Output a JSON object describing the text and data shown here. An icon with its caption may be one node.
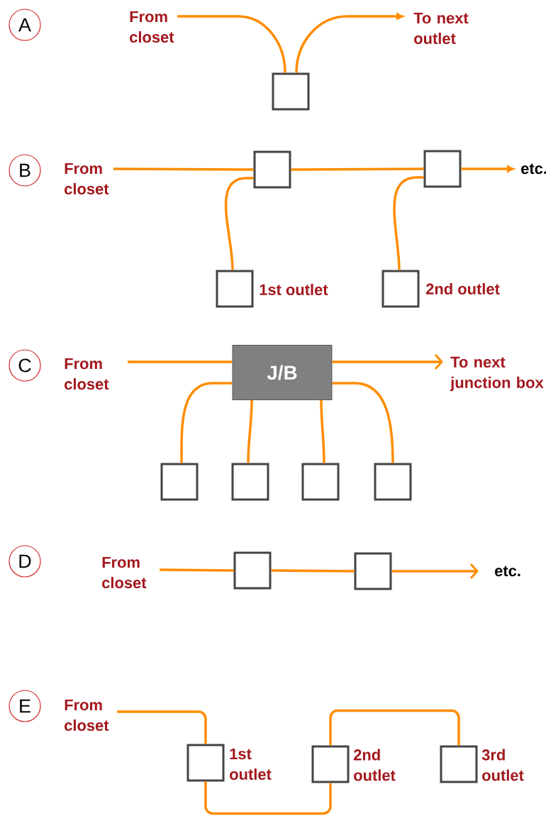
{
  "diagram": {
    "nodes": [
      {
        "text": [
          "A"
        ]
      },
      {
        "text": [
          "From closet"
        ]
      },
      {
        "text": [
          "To next outlet"
        ]
      },
      {
        "text": [],
        "shape": "box"
      },
      {
        "text": [
          "B"
        ]
      },
      {
        "text": [
          "From closet"
        ]
      },
      {
        "text": [],
        "shape": "box"
      },
      {
        "text": [],
        "shape": "box"
      },
      {
        "text": [
          "etc."
        ]
      },
      {
        "text": [],
        "shape": "box",
        "beside": [
          "1st outlet"
        ]
      },
      {
        "text": [],
        "shape": "box",
        "beside": [
          "2nd outlet"
        ]
      },
      {
        "text": [
          "C"
        ]
      },
      {
        "text": [
          "From closet"
        ]
      },
      {
        "text": [
          "J/B"
        ]
      },
      {
        "text": [
          "To next junction box"
        ]
      },
      {
        "text": [],
        "shape": "box"
      },
      {
        "text": [],
        "shape": "box"
      },
      {
        "text": [],
        "shape": "box"
      },
      {
        "text": [],
        "shape": "box"
      },
      {
        "text": [
          "D"
        ]
      },
      {
        "text": [
          "From closet"
        ]
      },
      {
        "text": [],
        "shape": "box"
      },
      {
        "text": [],
        "shape": "box"
      },
      {
        "text": [
          "etc."
        ]
      },
      {
        "text": [
          "E"
        ]
      },
      {
        "text": [
          "From closet"
        ]
      },
      {
        "text": [],
        "shape": "box",
        "beside": [
          "1st outlet"
        ]
      },
      {
        "text": [],
        "shape": "box",
        "beside": [
          "2nd outlet"
        ]
      },
      {
        "text": [],
        "shape": "box",
        "beside": [
          "3rd outlet"
        ]
      }
    ],
    "edges": [
      {
        "from": 1,
        "to": 3,
        "arrow": "none"
      },
      {
        "from": 3,
        "to": 2,
        "arrow": "to"
      },
      {
        "from": 5,
        "to": 6,
        "arrow": "none"
      },
      {
        "from": 6,
        "to": 7,
        "arrow": "none"
      },
      {
        "from": 7,
        "to": 8,
        "arrow": "to"
      },
      {
        "from": 6,
        "to": 9,
        "arrow": "none"
      },
      {
        "from": 7,
        "to": 10,
        "arrow": "none"
      },
      {
        "from": 12,
        "to": 13,
        "arrow": "none"
      },
      {
        "from": 13,
        "to": 14,
        "arrow": "to"
      },
      {
        "from": 13,
        "to": 15,
        "arrow": "none"
      },
      {
        "from": 13,
        "to": 16,
        "arrow": "none"
      },
      {
        "from": 13,
        "to": 17,
        "arrow": "none"
      },
      {
        "from": 13,
        "to": 18,
        "arrow": "none"
      },
      {
        "from": 20,
        "to": 21,
        "arrow": "none"
      },
      {
        "from": 21,
        "to": 22,
        "arrow": "none"
      },
      {
        "from": 22,
        "to": 23,
        "arrow": "to"
      },
      {
        "from": 25,
        "to": 26,
        "arrow": "none"
      },
      {
        "from": 26,
        "to": 27,
        "arrow": "none"
      },
      {
        "from": 27,
        "to": 28,
        "arrow": "none"
      }
    ]
  }
}
